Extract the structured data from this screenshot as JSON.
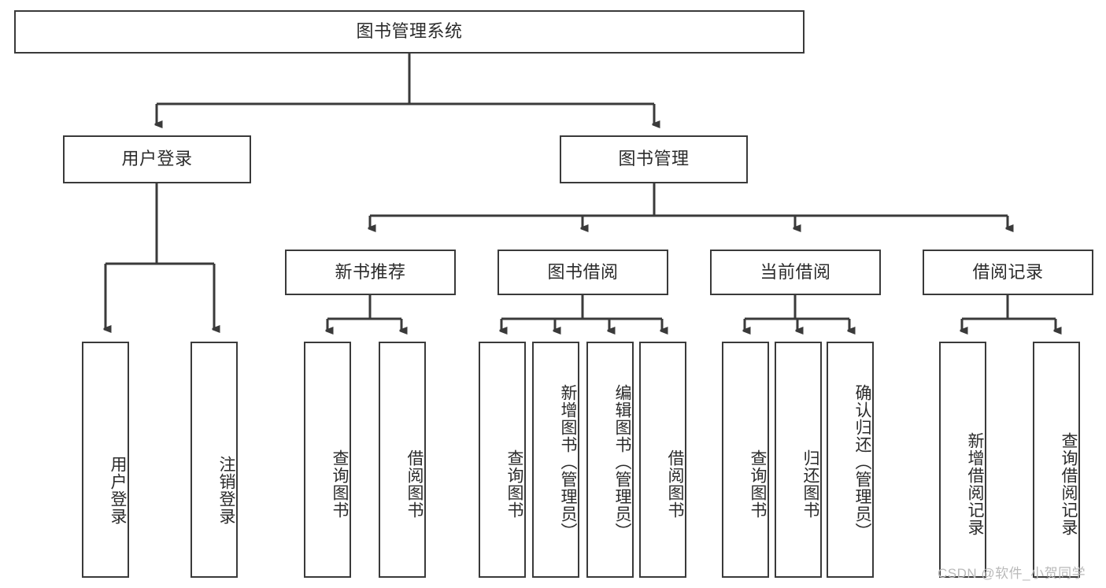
{
  "diagram": {
    "title": "图书管理系统",
    "type": "tree",
    "root": {
      "label": "图书管理系统"
    },
    "level2": [
      {
        "label": "用户登录"
      },
      {
        "label": "图书管理"
      }
    ],
    "level3": [
      {
        "label": "新书推荐"
      },
      {
        "label": "图书借阅"
      },
      {
        "label": "当前借阅"
      },
      {
        "label": "借阅记录"
      }
    ],
    "leaves": {
      "user_login": [
        {
          "label": "用户登录"
        },
        {
          "label": "注销登录"
        }
      ],
      "new_book_recommend": [
        {
          "label": "查询图书"
        },
        {
          "label": "借阅图书"
        }
      ],
      "book_borrow": [
        {
          "label": "查询图书"
        },
        {
          "label": "新增图书（管理员）"
        },
        {
          "label": "编辑图书（管理员）"
        },
        {
          "label": "借阅图书"
        }
      ],
      "current_borrow": [
        {
          "label": "查询图书"
        },
        {
          "label": "归还图书"
        },
        {
          "label": "确认归还（管理员）"
        }
      ],
      "borrow_record": [
        {
          "label": "新增借阅记录"
        },
        {
          "label": "查询借阅记录"
        }
      ]
    },
    "colors": {
      "stroke": "#3a3a3a",
      "fill": "#ffffff",
      "text": "#2b2b2b",
      "watermark": "#b9b9b9"
    }
  },
  "watermark": {
    "text": "CSDN @软件_小贺同学"
  }
}
